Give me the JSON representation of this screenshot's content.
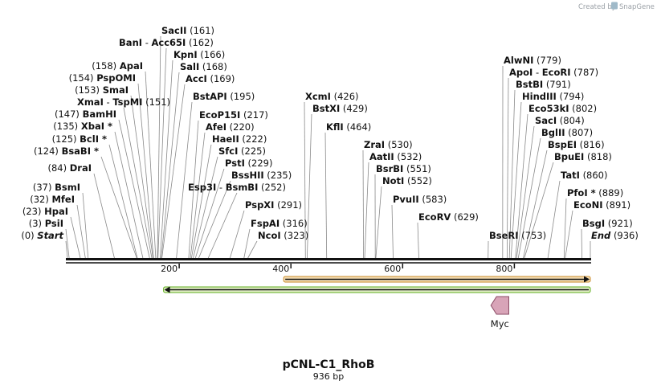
{
  "credit": {
    "prefix": "Created by",
    "brand": "SnapGene"
  },
  "plasmid": {
    "name": "pCNL-C1_RhoB",
    "size_label": "936 bp",
    "length": 936
  },
  "axis_ticks": [
    {
      "pos": 200,
      "label": "200"
    },
    {
      "pos": 400,
      "label": "400"
    },
    {
      "pos": 600,
      "label": "600"
    },
    {
      "pos": 800,
      "label": "800"
    }
  ],
  "sites": [
    {
      "name": "Start",
      "pos": 0,
      "pos_label": "(0)",
      "special": true
    },
    {
      "name": "PsiI",
      "pos": 3,
      "pos_label": "(3)"
    },
    {
      "name": "HpaI",
      "pos": 23,
      "pos_label": "(23)"
    },
    {
      "name": "MfeI",
      "pos": 32,
      "pos_label": "(32)"
    },
    {
      "name": "BsmI",
      "pos": 37,
      "pos_label": "(37)"
    },
    {
      "name": "DraI",
      "pos": 84,
      "pos_label": "(84)"
    },
    {
      "name": "BsaBI *",
      "pos": 124,
      "pos_label": "(124)"
    },
    {
      "name": "BclI *",
      "pos": 125,
      "pos_label": "(125)"
    },
    {
      "name": "XbaI *",
      "pos": 135,
      "pos_label": "(135)"
    },
    {
      "name": "BamHI",
      "pos": 147,
      "pos_label": "(147)"
    },
    {
      "name": "XmaI",
      "alt": "TspMI",
      "pos": 151,
      "pos_label": "(151)"
    },
    {
      "name": "SmaI",
      "pos": 153,
      "pos_label": "(153)"
    },
    {
      "name": "PspOMI",
      "pos": 154,
      "pos_label": "(154)"
    },
    {
      "name": "ApaI",
      "pos": 158,
      "pos_label": "(158)"
    },
    {
      "name": "SacII",
      "pos": 161,
      "pos_label": "(161)"
    },
    {
      "name": "BanI",
      "alt": "Acc65I",
      "pos": 162,
      "pos_label": "(162)"
    },
    {
      "name": "KpnI",
      "pos": 166,
      "pos_label": "(166)"
    },
    {
      "name": "SalI",
      "pos": 168,
      "pos_label": "(168)"
    },
    {
      "name": "AccI",
      "pos": 169,
      "pos_label": "(169)"
    },
    {
      "name": "BstAPI",
      "pos": 195,
      "pos_label": "(195)"
    },
    {
      "name": "EcoP15I",
      "pos": 217,
      "pos_label": "(217)"
    },
    {
      "name": "AfeI",
      "pos": 220,
      "pos_label": "(220)"
    },
    {
      "name": "HaeII",
      "pos": 222,
      "pos_label": "(222)"
    },
    {
      "name": "SfcI",
      "pos": 225,
      "pos_label": "(225)"
    },
    {
      "name": "PstI",
      "pos": 229,
      "pos_label": "(229)"
    },
    {
      "name": "BssHII",
      "pos": 235,
      "pos_label": "(235)"
    },
    {
      "name": "Esp3I",
      "alt": "BsmBI",
      "pos": 252,
      "pos_label": "(252)"
    },
    {
      "name": "PspXI",
      "pos": 291,
      "pos_label": "(291)"
    },
    {
      "name": "FspAI",
      "pos": 316,
      "pos_label": "(316)"
    },
    {
      "name": "NcoI",
      "pos": 323,
      "pos_label": "(323)"
    },
    {
      "name": "XcmI",
      "pos": 426,
      "pos_label": "(426)"
    },
    {
      "name": "BstXI",
      "pos": 429,
      "pos_label": "(429)"
    },
    {
      "name": "KflI",
      "pos": 464,
      "pos_label": "(464)"
    },
    {
      "name": "ZraI",
      "pos": 530,
      "pos_label": "(530)"
    },
    {
      "name": "AatII",
      "pos": 532,
      "pos_label": "(532)"
    },
    {
      "name": "BsrBI",
      "pos": 551,
      "pos_label": "(551)"
    },
    {
      "name": "NotI",
      "pos": 552,
      "pos_label": "(552)"
    },
    {
      "name": "PvuII",
      "pos": 583,
      "pos_label": "(583)"
    },
    {
      "name": "EcoRV",
      "pos": 629,
      "pos_label": "(629)"
    },
    {
      "name": "BseRI",
      "pos": 753,
      "pos_label": "(753)"
    },
    {
      "name": "AlwNI",
      "pos": 779,
      "pos_label": "(779)"
    },
    {
      "name": "ApoI",
      "alt": "EcoRI",
      "pos": 787,
      "pos_label": "(787)"
    },
    {
      "name": "BstBI",
      "pos": 791,
      "pos_label": "(791)"
    },
    {
      "name": "HindIII",
      "pos": 794,
      "pos_label": "(794)"
    },
    {
      "name": "Eco53kI",
      "pos": 802,
      "pos_label": "(802)"
    },
    {
      "name": "SacI",
      "pos": 804,
      "pos_label": "(804)"
    },
    {
      "name": "BglII",
      "pos": 807,
      "pos_label": "(807)"
    },
    {
      "name": "BspEI",
      "pos": 816,
      "pos_label": "(816)"
    },
    {
      "name": "BpuEI",
      "pos": 818,
      "pos_label": "(818)"
    },
    {
      "name": "TatI",
      "pos": 860,
      "pos_label": "(860)"
    },
    {
      "name": "PfoI *",
      "pos": 889,
      "pos_label": "(889)"
    },
    {
      "name": "EcoNI",
      "pos": 891,
      "pos_label": "(891)"
    },
    {
      "name": "BsgI",
      "pos": 921,
      "pos_label": "(921)"
    },
    {
      "name": "End",
      "pos": 936,
      "pos_label": "(936)",
      "special": true
    }
  ],
  "features": [
    {
      "type": "bar",
      "start": 387,
      "end": 936,
      "direction": "right",
      "fill": "#f5deb3",
      "stroke": "#c98a2a"
    },
    {
      "type": "bar",
      "start": 172,
      "end": 936,
      "direction": "left",
      "fill": "#e2efc6",
      "stroke": "#5fae1e"
    }
  ],
  "myc": {
    "label": "Myc",
    "start": 758,
    "end": 790,
    "direction": "left",
    "fill": "#d8a4b8",
    "stroke": "#8a4b64"
  },
  "colors": {
    "backbone": "#111111",
    "leader": "#8a8a8a"
  }
}
